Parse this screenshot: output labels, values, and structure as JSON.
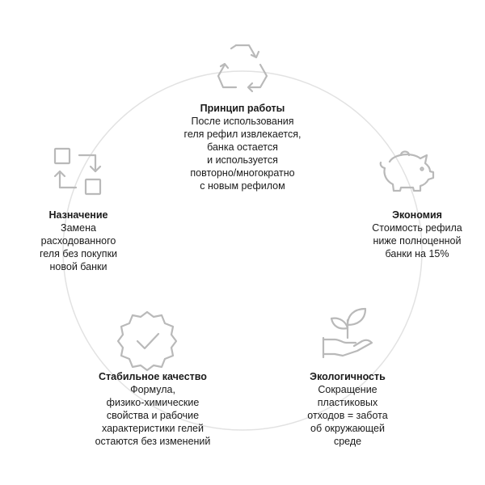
{
  "colors": {
    "ring": "#e2e2e2",
    "icon": "#b9b9b9",
    "text": "#1a1a1a"
  },
  "nodes": [
    {
      "id": "principle",
      "icon": "recycle-icon",
      "title": "Принцип работы",
      "text": "После использования\nгеля рефил извлекается,\nбанка остается\nи используется\nповторно/многократно\nс новым рефилом"
    },
    {
      "id": "economy",
      "icon": "piggy-bank-icon",
      "title": "Экономия",
      "text": "Стоимость рефила\nниже полноценной\nбанки на 15%"
    },
    {
      "id": "ecology",
      "icon": "plant-in-hand-icon",
      "title": "Экологичность",
      "text": "Сокращение\nпластиковых\nотходов = забота\nоб окружающей\nсреде"
    },
    {
      "id": "quality",
      "icon": "quality-badge-icon",
      "title": "Стабильное качество",
      "text": "Формула,\nфизико-химические\nсвойства и рабочие\nхарактеристики гелей\nостаются без изменений"
    },
    {
      "id": "purpose",
      "icon": "replace-icon",
      "title": "Назначение",
      "text": "Замена\nрасходованного\nгеля без покупки\nновой банки"
    }
  ]
}
